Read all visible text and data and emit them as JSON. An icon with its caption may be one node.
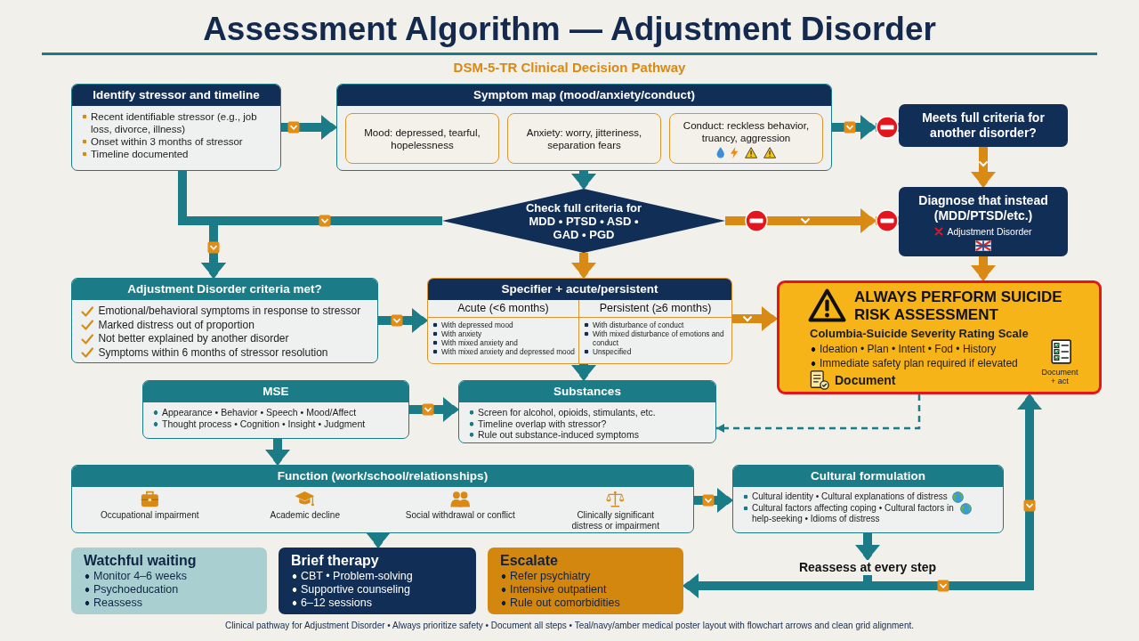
{
  "diagram": {
    "title": "Assessment Algorithm — Adjustment Disorder",
    "caption": "Clinical pathway for Adjustment Disorder • Always prioritize safety • Document all steps • Teal/navy/amber medical poster layout with flowchart arrows and clean grid alignment.",
    "nodes": [
      {
        "text": [
          "Identify stressor and timeline",
          "Recent identifiable stressor (e.g., job loss, divorce, illness)",
          "Onset within 3 months of stressor",
          "Timeline documented"
        ]
      },
      {
        "text": [
          "Symptom map (mood/anxiety/conduct)"
        ]
      },
      {
        "text": [
          "Mood: depressed, tearful, hopelessness"
        ],
        "in": 1
      },
      {
        "text": [
          "Anxiety: worry, jitteriness, separation fears"
        ],
        "in": 1
      },
      {
        "text": [
          "Conduct: reckless behavior, truancy, aggression"
        ],
        "in": 1
      },
      {
        "text": [
          "Meets full criteria for another disorder?"
        ]
      },
      {
        "text": [
          "Check full criteria for MDD • PTSD • ASD • GAD • PGD"
        ]
      },
      {
        "text": [
          "Diagnose that instead (MDD/PTSD/etc.)",
          "Adjustment Disorder"
        ]
      },
      {
        "text": [
          "Adjustment Disorder criteria met?",
          "Emotional/behavioral symptoms in response to stressor",
          "Marked distress out of proportion",
          "Not better explained by another disorder",
          "Symptoms within 6 months of stressor resolution"
        ]
      },
      {
        "text": [
          "Specifier + acute/persistent"
        ]
      },
      {
        "text": [
          "Acute (<6 months)",
          "With depressed mood",
          "With anxiety",
          "With mixed anxiety and",
          "With mixed anxiety and depressed mood"
        ],
        "in": 9
      },
      {
        "text": [
          "Persistent (≥6 months)",
          "With disturbance of conduct",
          "With mixed disturbance of emotions and conduct",
          "Unspecified"
        ],
        "in": 9
      },
      {
        "text": [
          "ALWAYS PERFORM SUICIDE RISK ASSESSMENT",
          "Columbia-Suicide Severity Rating Scale",
          "Ideation • Plan • Intent • Fod • History",
          "Immediate safety plan required if elevated",
          "Document",
          "Document + act"
        ]
      },
      {
        "text": [
          "MSE",
          "Appearance • Behavior • Speech • Mood/Affect",
          "Thought process • Cognition • Insight • Judgment"
        ]
      },
      {
        "text": [
          "Substances",
          "Screen for alcohol, opioids, stimulants, etc.",
          "Timeline overlap with stressor?",
          "Rule out substance-induced symptoms"
        ]
      },
      {
        "text": [
          "Function (work/school/relationships)",
          "Occupational impairment",
          "Academic decline",
          "Social withdrawal or conflict",
          "Clinically significant distress or impairment"
        ]
      },
      {
        "text": [
          "Cultural formulation",
          "Cultural identity • Cultural explanations of distress",
          "Cultural factors affecting coping • Cultural factors in help-seeking • Idioms of distress"
        ]
      },
      {
        "text": [
          "Reassess at every step"
        ]
      },
      {
        "text": [
          "Watchful waiting",
          "Monitor 4–6 weeks",
          "Psychoeducation",
          "Reassess"
        ]
      },
      {
        "text": [
          "Brief therapy",
          "CBT • Problem-solving",
          "Supportive counseling",
          "6–12 sessions"
        ]
      },
      {
        "text": [
          "Escalate",
          "Refer psychiatry",
          "Intensive outpatient",
          "Rule out comorbidities"
        ]
      }
    ],
    "edges": [
      {
        "from": 0,
        "to": 1,
        "arrow": "to"
      },
      {
        "from": 1,
        "to": 5,
        "arrow": "to"
      },
      {
        "from": 1,
        "to": 6,
        "arrow": "to"
      },
      {
        "from": 0,
        "to": 8,
        "arrow": "to"
      },
      {
        "from": 6,
        "to": 8,
        "arrow": "to"
      },
      {
        "from": 6,
        "to": 7,
        "arrow": "to",
        "color": "#d98a14"
      },
      {
        "from": 5,
        "to": 7,
        "arrow": "to",
        "color": "#d98a14"
      },
      {
        "from": 7,
        "to": 12,
        "arrow": "to",
        "color": "#d98a14"
      },
      {
        "from": 6,
        "to": 9,
        "arrow": "to",
        "color": "#d98a14"
      },
      {
        "from": 8,
        "to": 9,
        "arrow": "to"
      },
      {
        "from": 9,
        "to": 12,
        "arrow": "to",
        "color": "#d98a14"
      },
      {
        "from": 9,
        "to": 14,
        "arrow": "to"
      },
      {
        "from": 13,
        "to": 14,
        "arrow": "to"
      },
      {
        "from": 12,
        "to": 14,
        "arrow": "to",
        "style": "dashed"
      },
      {
        "from": 13,
        "to": 15,
        "arrow": "to"
      },
      {
        "from": 15,
        "to": 16,
        "arrow": "to"
      },
      {
        "from": 15,
        "to": 19,
        "arrow": "to"
      },
      {
        "from": 16,
        "to": 17,
        "arrow": "to"
      },
      {
        "from": 17,
        "to": 20,
        "arrow": "to"
      },
      {
        "from": 17,
        "to": 12,
        "arrow": "to"
      }
    ],
    "labels": [
      "DSM-5-TR Clinical Decision Pathway"
    ]
  }
}
